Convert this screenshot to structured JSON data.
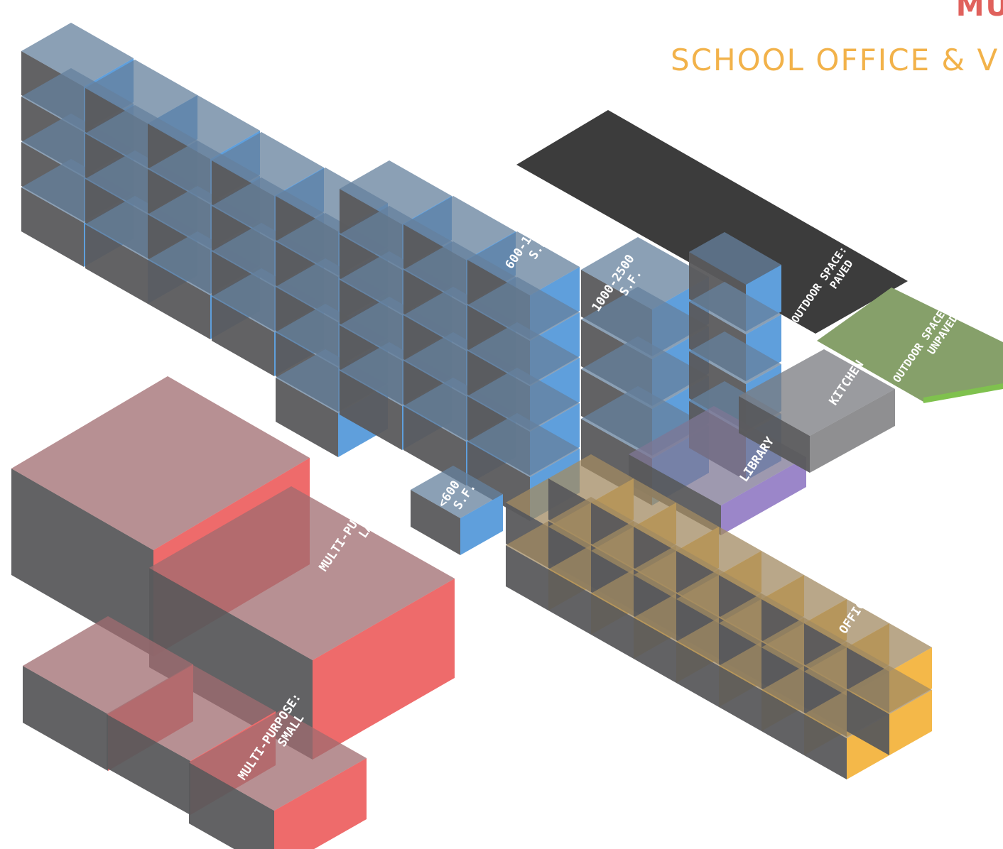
{
  "header": {
    "title": "MU",
    "subtitle": "SCHOOL OFFICE & V"
  },
  "labels": {
    "classroom_mid_1": "600-1000",
    "classroom_mid_2": "S.F.",
    "classroom_large_1": "1000-2500",
    "classroom_large_2": "S.F.",
    "classroom_small_1": "<600",
    "classroom_small_2": "S.F.",
    "outdoor_paved_1": "OUTDOOR SPACE:",
    "outdoor_paved_2": "PAVED",
    "outdoor_unpaved_1": "OUTDOOR SPACE:",
    "outdoor_unpaved_2": "UNPAVED",
    "kitchen": "KITCHEN",
    "library": "LIBRARY",
    "mp_large_1": "MULTI-PURPOSE:",
    "mp_large_2": "LARGE",
    "mp_small_1": "MULTI-PURPOSE:",
    "mp_small_2": "SMALL",
    "office": "OFFICE"
  },
  "colors": {
    "classroom": "#5f9fdc",
    "multipurpose": "#ee6b6b",
    "office": "#f4b849",
    "library": "#9b86c9",
    "kitchen": "#8f8f91",
    "outdoor_paved": "#3c3c3c",
    "outdoor_unpaved": "#86a06a",
    "shadow": "#5a5a5c"
  }
}
